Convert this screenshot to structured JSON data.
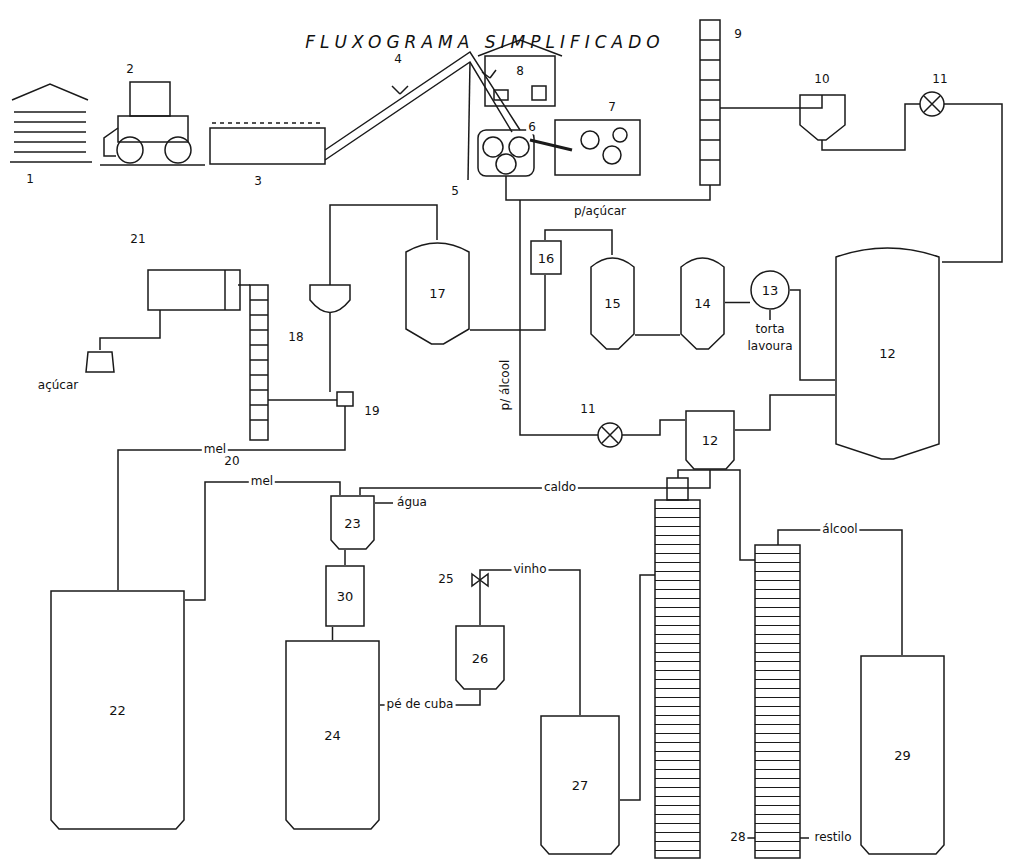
{
  "diagram": {
    "title": "FLUXOGRAMA SIMPLIFICADO",
    "nodes": [
      {
        "text": [
          "17"
        ]
      },
      {
        "text": [
          "16"
        ]
      },
      {
        "text": [
          "15"
        ]
      },
      {
        "text": [
          "14"
        ]
      },
      {
        "text": [
          "13"
        ]
      },
      {
        "text": [
          "12"
        ]
      },
      {
        "text": [
          "12"
        ]
      },
      {
        "text": [
          "23"
        ]
      },
      {
        "text": [
          "30"
        ]
      },
      {
        "text": [
          "22"
        ]
      },
      {
        "text": [
          "24"
        ]
      },
      {
        "text": [
          "26"
        ]
      },
      {
        "text": [
          "27"
        ]
      },
      {
        "text": [
          "29"
        ]
      }
    ],
    "edges": [
      {
        "from": 5,
        "to": 4,
        "arrow": "none"
      },
      {
        "from": 4,
        "to": 3,
        "arrow": "none"
      },
      {
        "from": 3,
        "to": 2,
        "arrow": "none"
      },
      {
        "from": 2,
        "to": 1,
        "arrow": "none"
      },
      {
        "from": 1,
        "to": 0,
        "arrow": "none"
      },
      {
        "from": 5,
        "to": 6,
        "arrow": "none"
      },
      {
        "from": 6,
        "to": 7,
        "label": "caldo",
        "arrow": "none"
      },
      {
        "from": 9,
        "to": 7,
        "label": "mel",
        "arrow": "none"
      },
      {
        "from": 7,
        "to": 8,
        "arrow": "none"
      },
      {
        "from": 8,
        "to": 10,
        "arrow": "none"
      },
      {
        "from": 10,
        "to": 11,
        "label": "pé de cuba",
        "arrow": "none"
      },
      {
        "from": 11,
        "to": 12,
        "label": "vinho",
        "arrow": "none"
      }
    ],
    "labels": [
      "1",
      "2",
      "3",
      "4",
      "5",
      "6",
      "7",
      "8",
      "9",
      "10",
      "11",
      "p/açúcar",
      "p/ álcool",
      "18",
      "19",
      "20",
      "21",
      "açúcar",
      "11",
      "torta",
      "lavoura",
      "mel",
      "água",
      "25",
      "28",
      "álcool",
      "restilo"
    ]
  }
}
